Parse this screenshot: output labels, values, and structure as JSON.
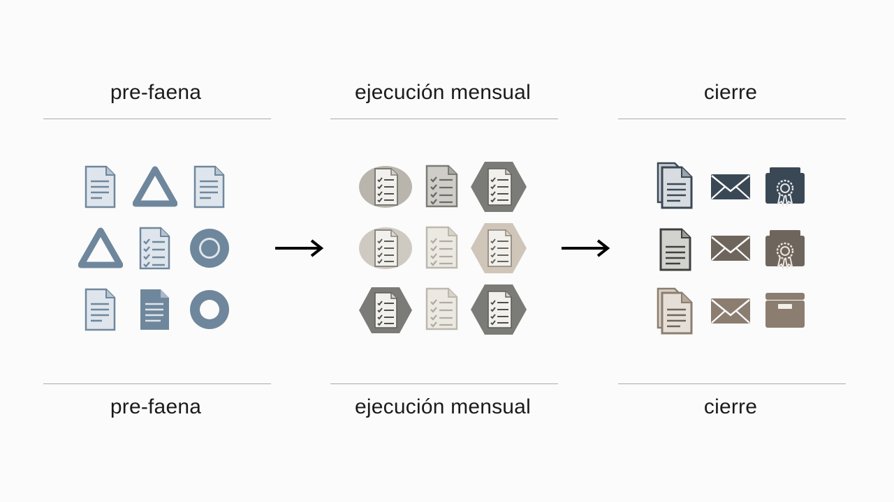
{
  "stages": [
    {
      "title_top": "pre-faena",
      "title_bottom": "pre-faena"
    },
    {
      "title_top": "ejecución mensual",
      "title_bottom": "ejecución mensual"
    },
    {
      "title_top": "cierre",
      "title_bottom": "cierre"
    }
  ],
  "colors": {
    "pre_faena": "#6f879c",
    "pre_faena_light": "#dfe5ec",
    "execution_gray": "#7b7b77",
    "execution_light": "#ece9e3",
    "close_dark": "#3a4855",
    "close_brown": "#6e655c",
    "close_tan": "#8b7d70",
    "arrow": "#000000"
  },
  "icons": {
    "stage1": [
      "document-icon",
      "triangle-icon",
      "document-icon",
      "triangle-icon",
      "checklist-icon",
      "ring-icon",
      "document-icon",
      "filled-document-icon",
      "ring-icon"
    ],
    "stage2": [
      "checklist-oval-icon",
      "checklist-icon",
      "checklist-hexagon-icon",
      "checklist-oval-icon",
      "checklist-icon",
      "checklist-hexagon-icon",
      "checklist-hexagon-icon",
      "checklist-icon",
      "checklist-hexagon-icon"
    ],
    "stage3": [
      "stacked-documents-icon",
      "envelope-icon",
      "certificate-folder-icon",
      "document-icon",
      "envelope-icon",
      "certificate-folder-icon",
      "stacked-documents-icon",
      "envelope-icon",
      "archive-box-icon"
    ]
  }
}
